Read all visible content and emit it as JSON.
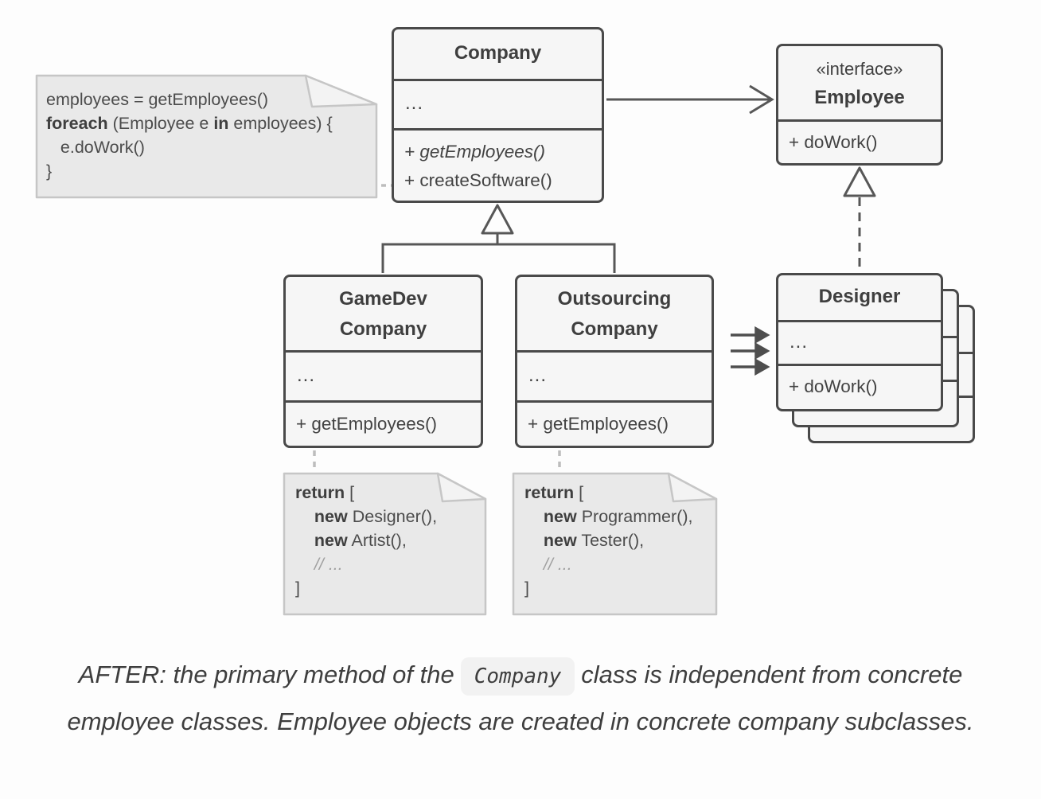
{
  "colors": {
    "page_bg": "#fdfdfd",
    "box_fill": "#f6f6f6",
    "box_border": "#4a4a4a",
    "note_fill": "#e9e9e9",
    "note_border": "#c6c6c6",
    "wire": "#575757",
    "note_wire": "#bdbdbd",
    "text": "#434343",
    "muted_text": "#a0a0a0",
    "badge_bg": "#f2f2f2"
  },
  "classes": {
    "company": {
      "title": "Company",
      "attrs": "...",
      "methods": [
        [
          {
            "t": "+ getEmployees()",
            "i": true
          }
        ],
        [
          {
            "t": "+ createSoftware()"
          }
        ]
      ]
    },
    "employee": {
      "stereotype": "«interface»",
      "title": "Employee",
      "method": "+ doWork()"
    },
    "gamedev": {
      "title_line1": "GameDev",
      "title_line2": "Company",
      "attrs": "...",
      "method": "+ getEmployees()"
    },
    "outsourcing": {
      "title_line1": "Outsourcing",
      "title_line2": "Company",
      "attrs": "...",
      "method": "+ getEmployees()"
    },
    "designer": {
      "title": "Designer",
      "attrs": "...",
      "method": "+ doWork()"
    }
  },
  "notes": {
    "usage": {
      "lines": [
        [
          {
            "t": "employees = getEmployees()"
          }
        ],
        [
          {
            "t": "foreach",
            "b": true
          },
          {
            "t": " (Employee e "
          },
          {
            "t": "in",
            "b": true
          },
          {
            "t": " employees) {"
          }
        ],
        [
          {
            "t": "   e.doWork()"
          }
        ],
        [
          {
            "t": "}"
          }
        ]
      ]
    },
    "gamedev_return": {
      "lines": [
        [
          {
            "t": "return",
            "b": true
          },
          {
            "t": " ["
          }
        ],
        [
          {
            "t": "    "
          },
          {
            "t": "new",
            "b": true
          },
          {
            "t": " Designer(),"
          }
        ],
        [
          {
            "t": "    "
          },
          {
            "t": "new",
            "b": true
          },
          {
            "t": " Artist(),"
          }
        ],
        [
          {
            "t": "    "
          },
          {
            "t": "// ...",
            "i": true,
            "m": true
          }
        ],
        [
          {
            "t": "]"
          }
        ]
      ]
    },
    "outsourcing_return": {
      "lines": [
        [
          {
            "t": "return",
            "b": true
          },
          {
            "t": " ["
          }
        ],
        [
          {
            "t": "    "
          },
          {
            "t": "new",
            "b": true
          },
          {
            "t": " Programmer(),"
          }
        ],
        [
          {
            "t": "    "
          },
          {
            "t": "new",
            "b": true
          },
          {
            "t": " Tester(),"
          }
        ],
        [
          {
            "t": "    "
          },
          {
            "t": "// ...",
            "i": true,
            "m": true
          }
        ],
        [
          {
            "t": "]"
          }
        ]
      ]
    }
  },
  "caption": {
    "part1": "AFTER: the primary method of the",
    "code": "Company",
    "part2": "class is independent from concrete employee classes. Employee objects are created in concrete company subclasses."
  }
}
